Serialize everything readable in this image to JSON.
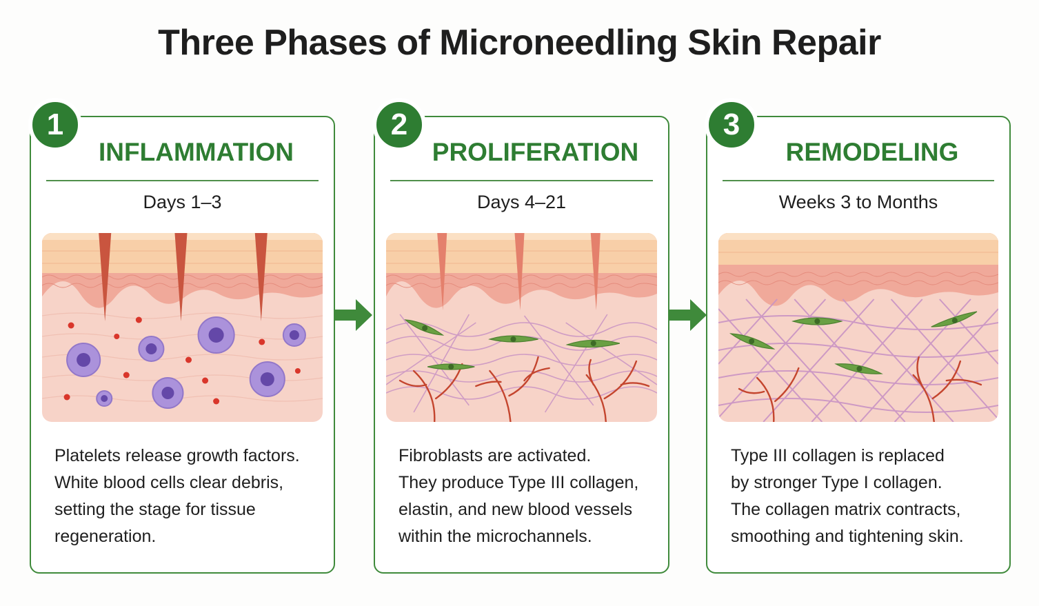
{
  "title": "Three Phases of Microneedling Skin Repair",
  "colors": {
    "green": "#2e7d32",
    "border_green": "#3f8a3b",
    "epidermis": "#f6c6a0",
    "dermis": "#f6cfc4",
    "vessel": "#c4452e",
    "fibroblast": "#5e9a3c",
    "collagen": "#c993c4",
    "immune_cell": "#a88fd6",
    "red_blood_cell": "#d9362b"
  },
  "phases": [
    {
      "number": "1",
      "name": "INFLAMMATION",
      "duration": "Days 1–3",
      "description_lines": [
        "Platelets release growth factors.",
        "White blood cells clear debris,",
        "setting the stage for tissue",
        "regeneration."
      ]
    },
    {
      "number": "2",
      "name": "PROLIFERATION",
      "duration": "Days 4–21",
      "description_lines": [
        "Fibroblasts are activated.",
        "They produce Type III collagen,",
        "elastin, and new blood vessels",
        "within the microchannels."
      ]
    },
    {
      "number": "3",
      "name": "REMODELING",
      "duration": "Weeks 3 to Months",
      "description_lines": [
        "Type III collagen is replaced",
        "by stronger Type I collagen.",
        "The collagen matrix contracts,",
        "smoothing and tightening skin."
      ]
    }
  ],
  "icons": {
    "arrow_1_2": "arrow-right-icon",
    "arrow_2_3": "arrow-right-icon"
  }
}
